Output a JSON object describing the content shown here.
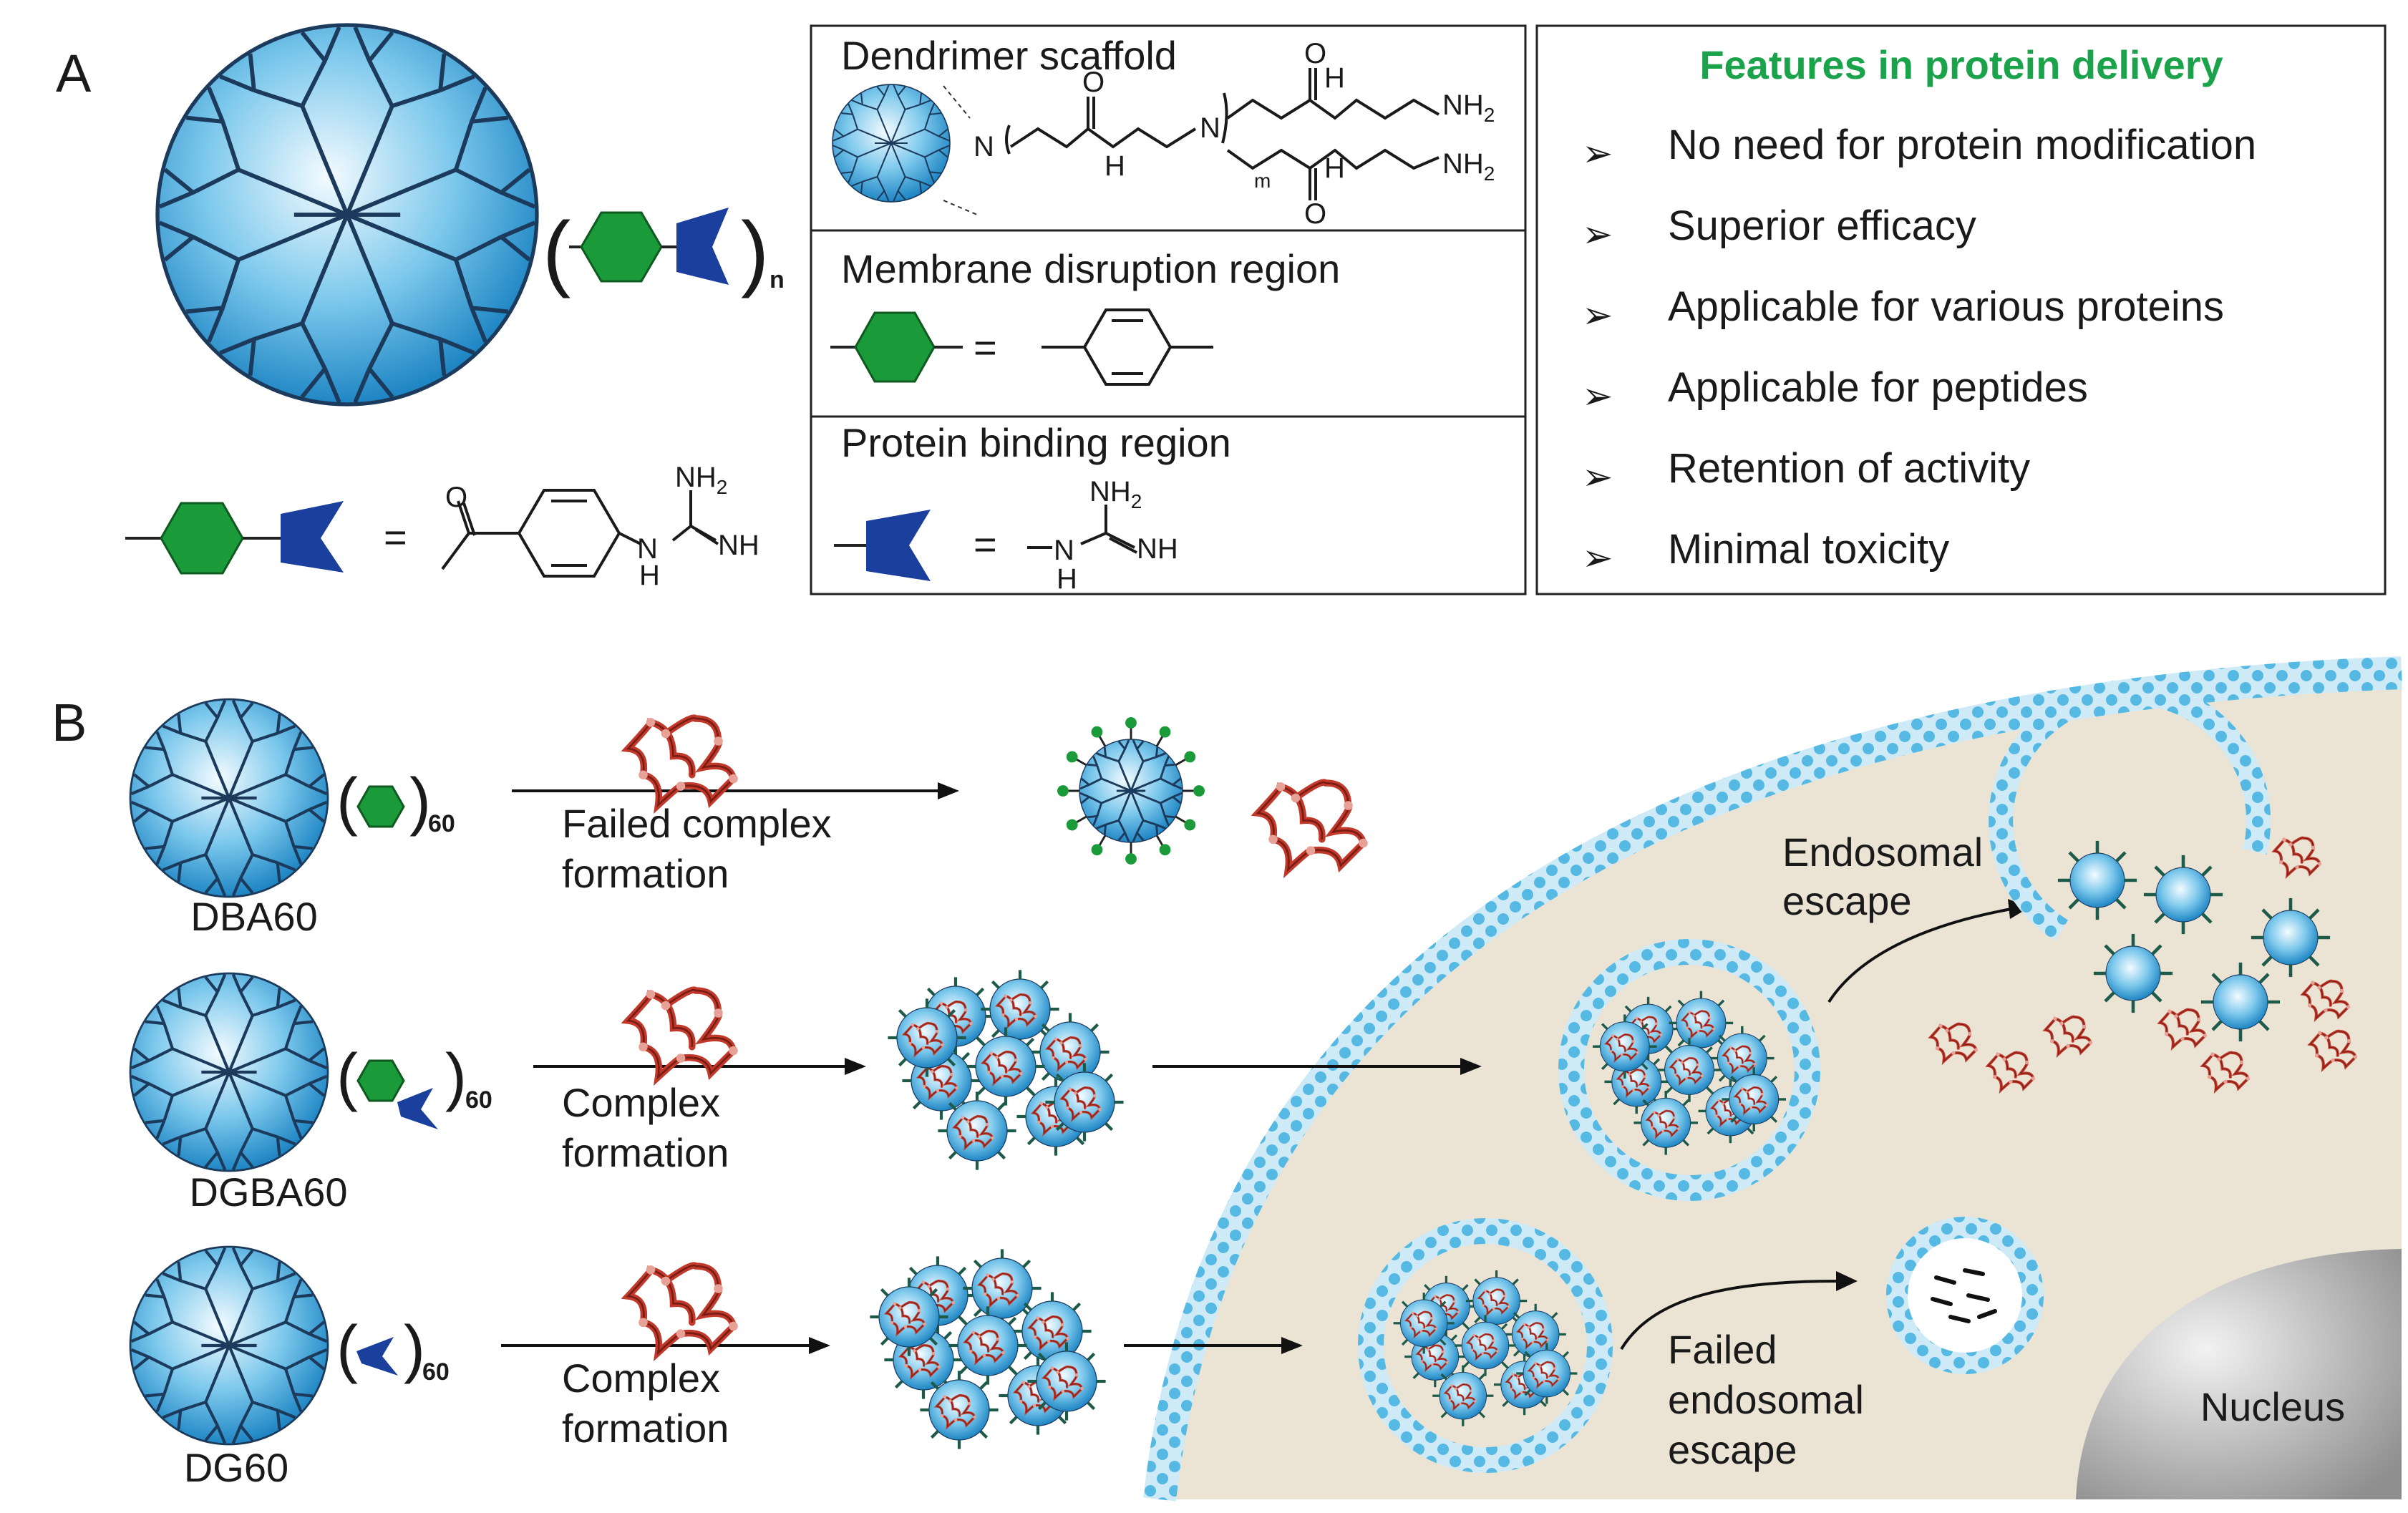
{
  "panel_a": {
    "letter": "A",
    "conjugate_subscript": "n",
    "scaffold_box": {
      "title": "Dendrimer scaffold",
      "atom_n": "N",
      "atom_h": "H",
      "nh2": "NH",
      "sub2": "2",
      "sub_m": "m",
      "atom_o": "O"
    },
    "membrane_box": {
      "title": "Membrane disruption region"
    },
    "binding_box": {
      "title": "Protein binding region",
      "nh2": "NH",
      "sub2": "2",
      "nh": "NH",
      "atom_n": "N",
      "atom_h": "H"
    },
    "equals": "=",
    "legend_chem": {
      "nh2": "NH",
      "sub2": "2",
      "nh": "NH",
      "atom_n": "N",
      "atom_h": "H"
    },
    "features": {
      "title": "Features in protein delivery",
      "bullet": "➢",
      "items": [
        "No need for protein modification",
        "Superior efficacy",
        "Applicable for various proteins",
        "Applicable for peptides",
        "Retention of activity",
        "Minimal toxicity"
      ]
    }
  },
  "panel_b": {
    "letter": "B",
    "rows": [
      {
        "name": "DBA60",
        "subscript": "60",
        "step_line1": "Failed complex",
        "step_line2": "formation"
      },
      {
        "name": "DGBA60",
        "subscript": "60",
        "step_line1": "Complex",
        "step_line2": "formation"
      },
      {
        "name": "DG60",
        "subscript": "60",
        "step_line1": "Complex",
        "step_line2": "formation"
      }
    ],
    "endosomal_escape": [
      "Endosomal",
      "escape"
    ],
    "failed_escape": [
      "Failed",
      "endosomal",
      "escape"
    ],
    "nucleus": "Nucleus"
  },
  "colors": {
    "dendrimer": "#3fa9d8",
    "hexagon": "#1b9a3a",
    "binding": "#1a3f9c",
    "protein": "#c0392b",
    "membrane": "#5fbfe6",
    "cytoplasm": "#ebe4d5",
    "feature_title": "#1aa34a"
  }
}
